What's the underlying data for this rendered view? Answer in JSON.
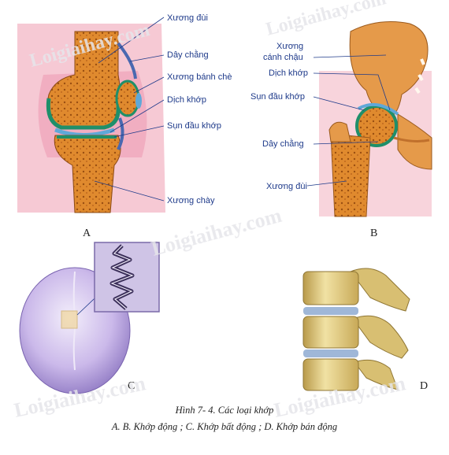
{
  "watermark": "Loigiaihay.com",
  "panels": {
    "a": {
      "letter": "A",
      "labels": {
        "femur": "Xương đùi",
        "ligament": "Dây chằng",
        "patella": "Xương bánh chè",
        "synovial": "Dịch khớp",
        "cartilage": "Sụn đầu khớp",
        "tibia": "Xương chày"
      }
    },
    "b": {
      "letter": "B",
      "labels": {
        "pelvis_line1": "Xương",
        "pelvis_line2": "cánh chậu",
        "synovial": "Dịch khớp",
        "cartilage": "Sụn đầu khớp",
        "ligament": "Dây chằng",
        "femur": "Xương đùi"
      }
    },
    "c": {
      "letter": "C"
    },
    "d": {
      "letter": "D"
    }
  },
  "caption": {
    "title": "Hình 7- 4. Các loại khớp",
    "subtitle": "A. B. Khớp động ; C. Khớp bất động ; D. Khớp bán động"
  },
  "colors": {
    "bone": "#d9822b",
    "cartilage": "#1f8f6a",
    "synovial": "#5fa8d8",
    "tissue": "#f2b8c6",
    "skull": "#c9b8e8",
    "vertebra": "#e8d48a"
  }
}
